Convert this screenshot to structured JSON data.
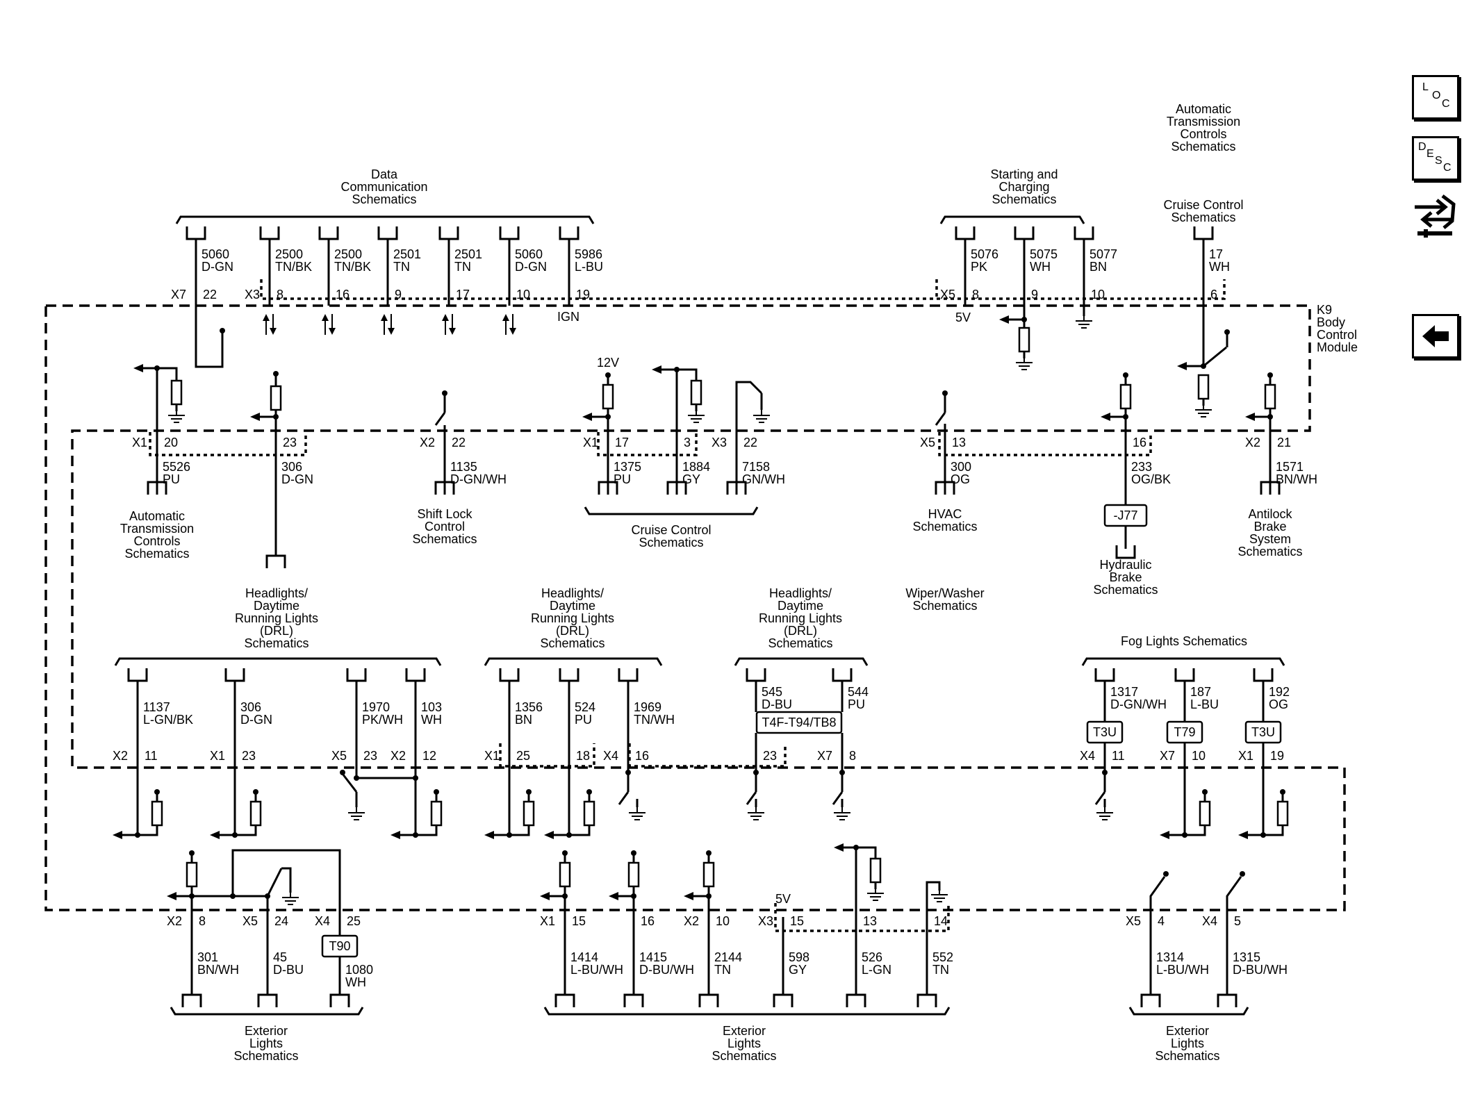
{
  "nav_icons": {
    "loc_letters": [
      "L",
      "O",
      "C"
    ],
    "desc_letters": [
      "D",
      "E",
      "S",
      "C"
    ]
  },
  "module": {
    "label": [
      "K9",
      "Body",
      "Control",
      "Module"
    ]
  },
  "groups": [
    {
      "lines": [
        "Data",
        "Communication",
        "Schematics"
      ]
    },
    {
      "lines": [
        "Starting and",
        "Charging",
        "Schematics"
      ]
    },
    {
      "lines": [
        "Automatic",
        "Transmission",
        "Controls",
        "Schematics"
      ]
    },
    {
      "lines": [
        "Cruise Control",
        "Schematics"
      ]
    },
    {
      "lines": [
        "Automatic",
        "Transmission",
        "Controls",
        "Schematics"
      ]
    },
    {
      "lines": [
        "Shift Lock",
        "Control",
        "Schematics"
      ]
    },
    {
      "lines": [
        "Cruise Control",
        "Schematics"
      ]
    },
    {
      "lines": [
        "HVAC",
        "Schematics"
      ]
    },
    {
      "lines": [
        "Hydraulic",
        "Brake",
        "Schematics"
      ]
    },
    {
      "lines": [
        "Antilock",
        "Brake",
        "System",
        "Schematics"
      ]
    },
    {
      "lines": [
        "Headlights/",
        "Daytime",
        "Running Lights",
        "(DRL)",
        "Schematics"
      ]
    },
    {
      "lines": [
        "Headlights/",
        "Daytime",
        "Running Lights",
        "(DRL)",
        "Schematics"
      ]
    },
    {
      "lines": [
        "Headlights/",
        "Daytime",
        "Running Lights",
        "(DRL)",
        "Schematics"
      ]
    },
    {
      "lines": [
        "Wiper/Washer",
        "Schematics"
      ]
    },
    {
      "lines": [
        "Fog Lights Schematics"
      ]
    },
    {
      "lines": [
        "Exterior",
        "Lights",
        "Schematics"
      ]
    },
    {
      "lines": [
        "Exterior",
        "Lights",
        "Schematics"
      ]
    },
    {
      "lines": [
        "Exterior",
        "Lights",
        "Schematics"
      ]
    }
  ],
  "circuits": [
    {
      "circuit": "5060",
      "color": "D-GN"
    },
    {
      "circuit": "2500",
      "color": "TN/BK"
    },
    {
      "circuit": "2500",
      "color": "TN/BK"
    },
    {
      "circuit": "2501",
      "color": "TN"
    },
    {
      "circuit": "2501",
      "color": "TN"
    },
    {
      "circuit": "5060",
      "color": "D-GN"
    },
    {
      "circuit": "5986",
      "color": "L-BU"
    },
    {
      "circuit": "5076",
      "color": "PK"
    },
    {
      "circuit": "5075",
      "color": "WH"
    },
    {
      "circuit": "5077",
      "color": "BN"
    },
    {
      "circuit": "17",
      "color": "WH"
    },
    {
      "circuit": "5526",
      "color": "PU"
    },
    {
      "circuit": "306",
      "color": "D-GN"
    },
    {
      "circuit": "1135",
      "color": "D-GN/WH"
    },
    {
      "circuit": "1375",
      "color": "PU"
    },
    {
      "circuit": "1884",
      "color": "GY"
    },
    {
      "circuit": "7158",
      "color": "GN/WH"
    },
    {
      "circuit": "300",
      "color": "OG"
    },
    {
      "circuit": "233",
      "color": "OG/BK"
    },
    {
      "circuit": "1571",
      "color": "BN/WH"
    },
    {
      "circuit": "1137",
      "color": "L-GN/BK"
    },
    {
      "circuit": "306",
      "color": "D-GN"
    },
    {
      "circuit": "1970",
      "color": "PK/WH"
    },
    {
      "circuit": "103",
      "color": "WH"
    },
    {
      "circuit": "1356",
      "color": "BN"
    },
    {
      "circuit": "524",
      "color": "PU"
    },
    {
      "circuit": "1969",
      "color": "TN/WH"
    },
    {
      "circuit": "545",
      "color": "D-BU"
    },
    {
      "circuit": "544",
      "color": "PU"
    },
    {
      "circuit": "1317",
      "color": "D-GN/WH"
    },
    {
      "circuit": "187",
      "color": "L-BU"
    },
    {
      "circuit": "192",
      "color": "OG"
    },
    {
      "circuit": "301",
      "color": "BN/WH"
    },
    {
      "circuit": "45",
      "color": "D-BU"
    },
    {
      "circuit": "1080",
      "color": "WH"
    },
    {
      "circuit": "1414",
      "color": "L-BU/WH"
    },
    {
      "circuit": "1415",
      "color": "D-BU/WH"
    },
    {
      "circuit": "2144",
      "color": "TN"
    },
    {
      "circuit": "598",
      "color": "GY"
    },
    {
      "circuit": "526",
      "color": "L-GN"
    },
    {
      "circuit": "552",
      "color": "TN"
    },
    {
      "circuit": "1314",
      "color": "L-BU/WH"
    },
    {
      "circuit": "1315",
      "color": "D-BU/WH"
    }
  ],
  "pins": [
    {
      "conn": "X7",
      "pin": "22"
    },
    {
      "conn": "X3",
      "pin": "8"
    },
    {
      "conn": "",
      "pin": "16"
    },
    {
      "conn": "",
      "pin": "9"
    },
    {
      "conn": "",
      "pin": "17"
    },
    {
      "conn": "",
      "pin": "10"
    },
    {
      "conn": "",
      "pin": "19"
    },
    {
      "conn": "X5",
      "pin": "8"
    },
    {
      "conn": "",
      "pin": "9"
    },
    {
      "conn": "",
      "pin": "10"
    },
    {
      "conn": "",
      "pin": "6"
    },
    {
      "conn": "X1",
      "pin": "20"
    },
    {
      "conn": "",
      "pin": "23"
    },
    {
      "conn": "X2",
      "pin": "22"
    },
    {
      "conn": "X1",
      "pin": "17"
    },
    {
      "conn": "",
      "pin": "3"
    },
    {
      "conn": "X3",
      "pin": "22"
    },
    {
      "conn": "X5",
      "pin": "13"
    },
    {
      "conn": "",
      "pin": "16"
    },
    {
      "conn": "X2",
      "pin": "21"
    },
    {
      "conn": "X2",
      "pin": "11"
    },
    {
      "conn": "X1",
      "pin": "23"
    },
    {
      "conn": "X5",
      "pin": "23"
    },
    {
      "conn": "X2",
      "pin": "12"
    },
    {
      "conn": "X1",
      "pin": "25"
    },
    {
      "conn": "",
      "pin": "18"
    },
    {
      "conn": "X4",
      "pin": "16"
    },
    {
      "conn": "",
      "pin": "23"
    },
    {
      "conn": "X7",
      "pin": "8"
    },
    {
      "conn": "X4",
      "pin": "11"
    },
    {
      "conn": "X7",
      "pin": "10"
    },
    {
      "conn": "X1",
      "pin": "19"
    },
    {
      "conn": "X2",
      "pin": "8"
    },
    {
      "conn": "X5",
      "pin": "24"
    },
    {
      "conn": "X4",
      "pin": "25"
    },
    {
      "conn": "X1",
      "pin": "15"
    },
    {
      "conn": "",
      "pin": "16"
    },
    {
      "conn": "X2",
      "pin": "10"
    },
    {
      "conn": "X3",
      "pin": "15"
    },
    {
      "conn": "",
      "pin": "13"
    },
    {
      "conn": "",
      "pin": "14"
    },
    {
      "conn": "X5",
      "pin": "4"
    },
    {
      "conn": "X4",
      "pin": "5"
    }
  ],
  "labels": {
    "ign": "IGN",
    "v5a": "5V",
    "v12": "12V",
    "v5b": "5V"
  },
  "inline_boxes": [
    "-J77",
    "T4F-T94/TB8",
    "T3U",
    "T79",
    "T3U",
    "T90"
  ]
}
